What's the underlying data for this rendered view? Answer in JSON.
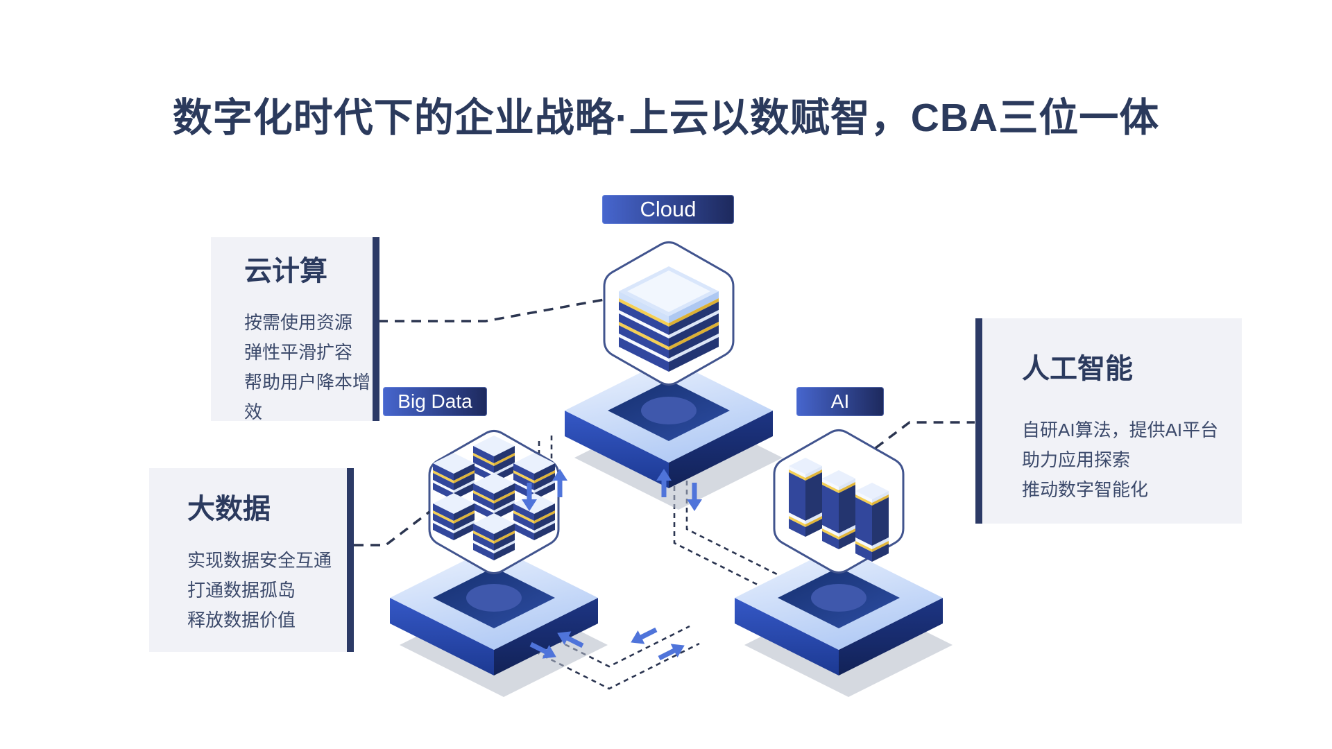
{
  "title": "数字化时代下的企业战略·上云以数赋智，CBA三位一体",
  "nodes": {
    "cloud": {
      "label": "Cloud"
    },
    "big_data": {
      "label": "Big Data"
    },
    "ai": {
      "label": "AI"
    }
  },
  "panels": {
    "cloud": {
      "title": "云计算",
      "lines": [
        "按需使用资源",
        "弹性平滑扩容",
        "帮助用户降本增效"
      ]
    },
    "big_data": {
      "title": "大数据",
      "lines": [
        "实现数据安全互通",
        "打通数据孤岛",
        "释放数据价值"
      ]
    },
    "ai": {
      "title": "人工智能",
      "lines": [
        "自研AI算法，提供AI平台",
        "助力应用探索",
        "推动数字智能化"
      ]
    }
  },
  "colors": {
    "title_text": "#2b3a5c",
    "panel_bg": "#f1f2f7",
    "accent_bar": "#2c3a66",
    "label_gradient_start": "#4766ce",
    "label_gradient_end": "#1d295d",
    "dashed_line": "#2a3450",
    "arrow_blue": "#4f74da",
    "cube_navy": "#31479f",
    "cube_yellow": "#f2c94c",
    "hexagon_border": "#41548e"
  }
}
